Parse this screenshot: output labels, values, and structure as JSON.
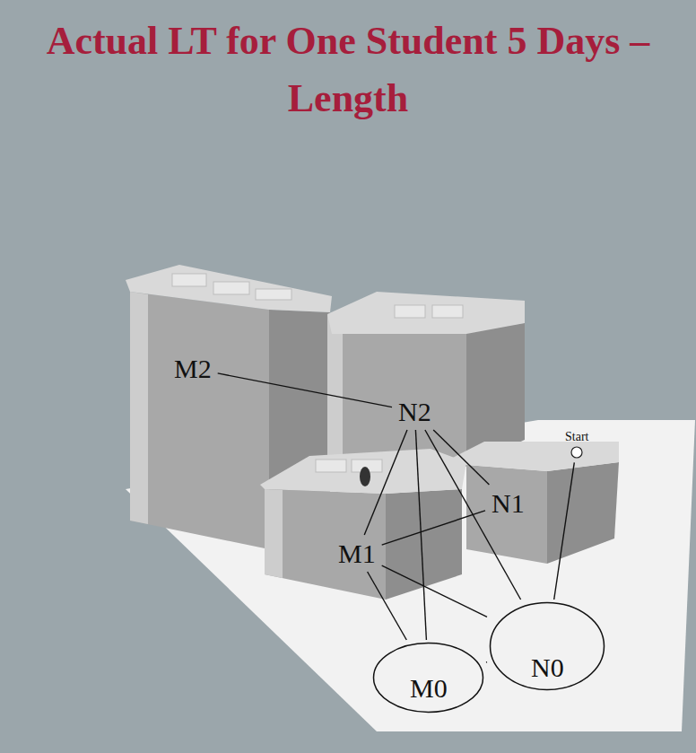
{
  "diagram": {
    "title": "Actual LT for One Student 5 Days –Length",
    "nodes": [
      {
        "text": [
          "M2"
        ]
      },
      {
        "text": [
          "N2"
        ]
      },
      {
        "text": [
          "Start"
        ]
      },
      {
        "text": [
          "N1"
        ]
      },
      {
        "text": [
          "M1"
        ]
      },
      {
        "text": [
          "M0"
        ]
      },
      {
        "text": [
          "N0"
        ]
      }
    ],
    "edges": [
      {
        "from": 2,
        "to": 6,
        "arrow": "none"
      },
      {
        "from": 6,
        "to": 5,
        "arrow": "none"
      },
      {
        "from": 5,
        "to": 4,
        "arrow": "none"
      },
      {
        "from": 6,
        "to": 4,
        "arrow": "none"
      },
      {
        "from": 4,
        "to": 1,
        "arrow": "none"
      },
      {
        "from": 5,
        "to": 1,
        "arrow": "none"
      },
      {
        "from": 6,
        "to": 1,
        "arrow": "none"
      },
      {
        "from": 1,
        "to": 0,
        "arrow": "none"
      },
      {
        "from": 4,
        "to": 3,
        "arrow": "none"
      },
      {
        "from": 3,
        "to": 1,
        "arrow": "none"
      }
    ]
  }
}
